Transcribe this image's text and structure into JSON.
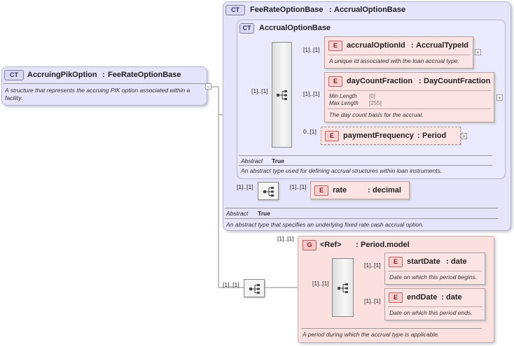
{
  "root": {
    "badge": "CT",
    "name": "AccruingPikOption",
    "type": "FeeRateOptionBase",
    "doc_line1": "A structure that represents the accruing PIK option associated within a",
    "doc_line2": "facility."
  },
  "fee_rate": {
    "badge": "CT",
    "name": "FeeRateOptionBase",
    "base": "AccrualOptionBase",
    "abstract_label": "Abstract",
    "abstract_value": "True",
    "doc": "An abstract type that specifies an underlying fixed rate cash accrual option."
  },
  "accrual": {
    "badge": "CT",
    "name": "AccrualOptionBase",
    "abstract_label": "Abstract",
    "abstract_value": "True",
    "doc": "An abstract type used for defining accrual structures within loan instruments."
  },
  "elements": {
    "accrual_option_id": {
      "badge": "E",
      "name": "accrualOptionId",
      "type": "AccrualTypeId",
      "card": "[1]..[1]",
      "doc": "A unique id associated with the loan accrual type."
    },
    "day_count_fraction": {
      "badge": "E",
      "name": "dayCountFraction",
      "type": "DayCountFraction",
      "card": "[1]..[1]",
      "min_label": "Min Length",
      "min_value": "[0]",
      "max_label": "Max Length",
      "max_value": "[255]",
      "doc": "The day count basis for the accrual."
    },
    "payment_frequency": {
      "badge": "E",
      "name": "paymentFrequency",
      "type": "Period",
      "card": "0..[1]"
    },
    "rate": {
      "badge": "E",
      "name": "rate",
      "type": "decimal",
      "card": "[1]..[1]"
    },
    "start_date": {
      "badge": "E",
      "name": "startDate",
      "type": "date",
      "card": "[1]..[1]",
      "doc": "Date on which this period begins."
    },
    "end_date": {
      "badge": "E",
      "name": "endDate",
      "type": "date",
      "card": "[1]..[1]",
      "doc": "Date on which this period ends."
    }
  },
  "period_group": {
    "badge": "G",
    "ref": "<Ref>",
    "name": "Period.model",
    "card": "[1]..[1]",
    "doc": "A period during which the accrual type is applicable."
  },
  "cards": {
    "accrual_seq": "[1]..[1]",
    "rate_seq": "[1]..[1]",
    "period_seq": "[1]..[1]",
    "period_inner_seq": "[1]..[1]"
  },
  "plus_symbol": "+",
  "minus_symbol": "−",
  "colors": {
    "complex_type_bg": "#e4e4fa",
    "element_bg": "#fde4e4",
    "group_bg": "#fbe0e0"
  }
}
